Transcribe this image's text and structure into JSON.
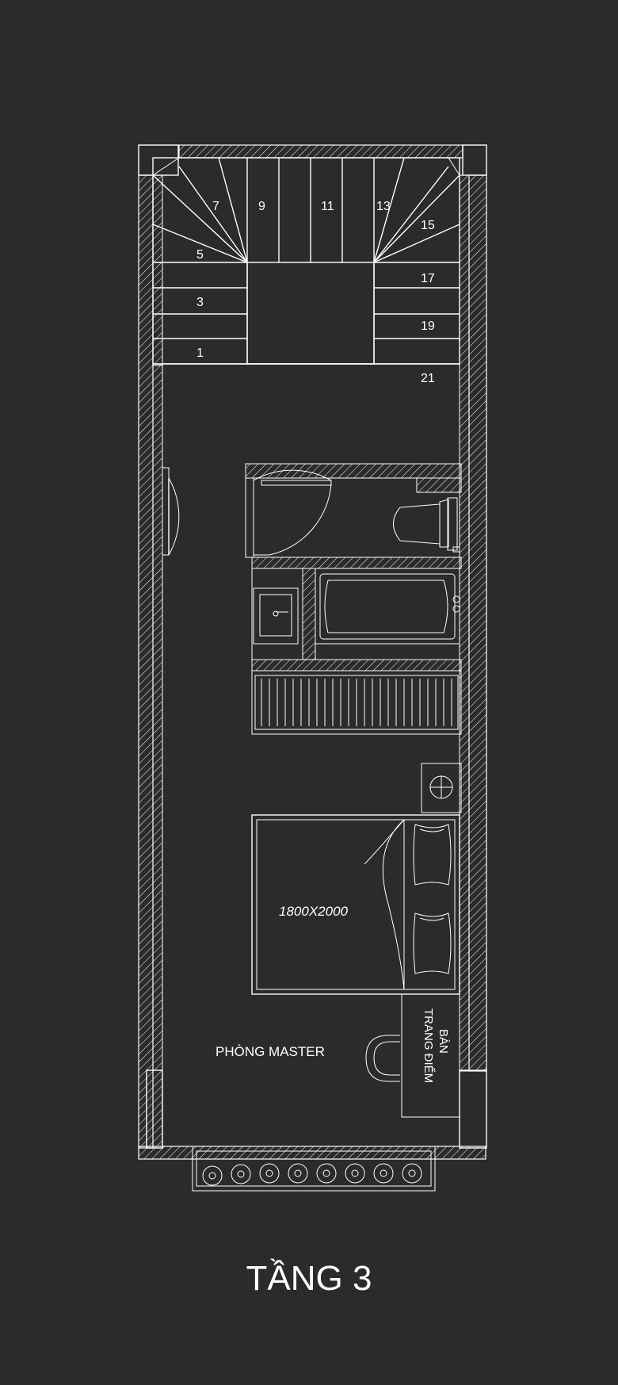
{
  "stair_numbers": [
    "7",
    "9",
    "11",
    "13",
    "15",
    "5",
    "17",
    "3",
    "19",
    "1",
    "21"
  ],
  "bed": {
    "size_label": "1800X2000"
  },
  "rooms": {
    "master_label": "PHÒNG MASTER",
    "vanity_label_1": "BÀN",
    "vanity_label_2": "TRANG ĐIỂM"
  },
  "floor_title": "TẦNG 3"
}
